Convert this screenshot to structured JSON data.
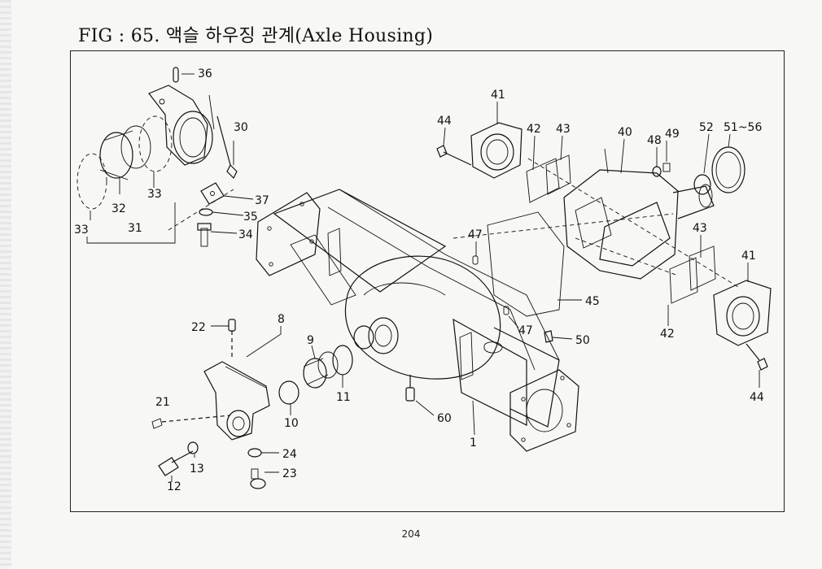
{
  "title": "FIG : 65. 액슬 하우징 관계(Axle Housing)",
  "page_number": "204",
  "callouts": {
    "c1": "1",
    "c8": "8",
    "c9": "9",
    "c10": "10",
    "c11": "11",
    "c12": "12",
    "c13": "13",
    "c21": "21",
    "c22": "22",
    "c23": "23",
    "c24": "24",
    "c30": "30",
    "c31": "31",
    "c32": "32",
    "c33a": "33",
    "c33b": "33",
    "c34": "34",
    "c35": "35",
    "c36": "36",
    "c37": "37",
    "c40": "40",
    "c41a": "41",
    "c41b": "41",
    "c42a": "42",
    "c42b": "42",
    "c43a": "43",
    "c43b": "43",
    "c44a": "44",
    "c44b": "44",
    "c45": "45",
    "c47a": "47",
    "c47b": "47",
    "c48": "48",
    "c49": "49",
    "c50": "50",
    "c51": "51~56",
    "c52": "52",
    "c60": "60"
  }
}
